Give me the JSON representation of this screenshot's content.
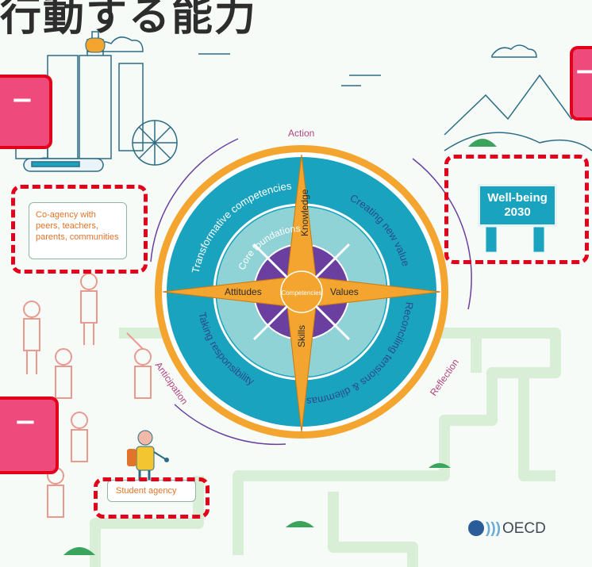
{
  "title": "行動する能力",
  "compass": {
    "center_label": "Competencies",
    "points": {
      "north": "Knowledge",
      "south": "Skills",
      "west": "Attitudes",
      "east": "Values"
    },
    "inner_ring_label": "Core foundations",
    "outer_ring_labels": {
      "transformative": "Transformative competencies",
      "creating": "Creating new value",
      "reconciling": "Reconciling tensions & dilemmas",
      "responsibility": "Taking responsibility"
    }
  },
  "cycle": {
    "action": "Action",
    "reflection": "Reflection",
    "anticipation": "Anticipation"
  },
  "labels": {
    "co_agency": "Co-agency with peers, teachers, parents, communities",
    "student_agency": "Student agency",
    "well_being": "Well-being 2030",
    "oecd": "OECD"
  },
  "pink_tabs": [
    "−",
    "−",
    "−"
  ],
  "colors": {
    "teal": "#1aa3be",
    "light_teal": "#8fd3d6",
    "orange": "#f3a530",
    "purple": "#6b3fa0",
    "red_dash": "#e3001b",
    "pink": "#ee4a7c",
    "path_green": "#dcefd9"
  }
}
